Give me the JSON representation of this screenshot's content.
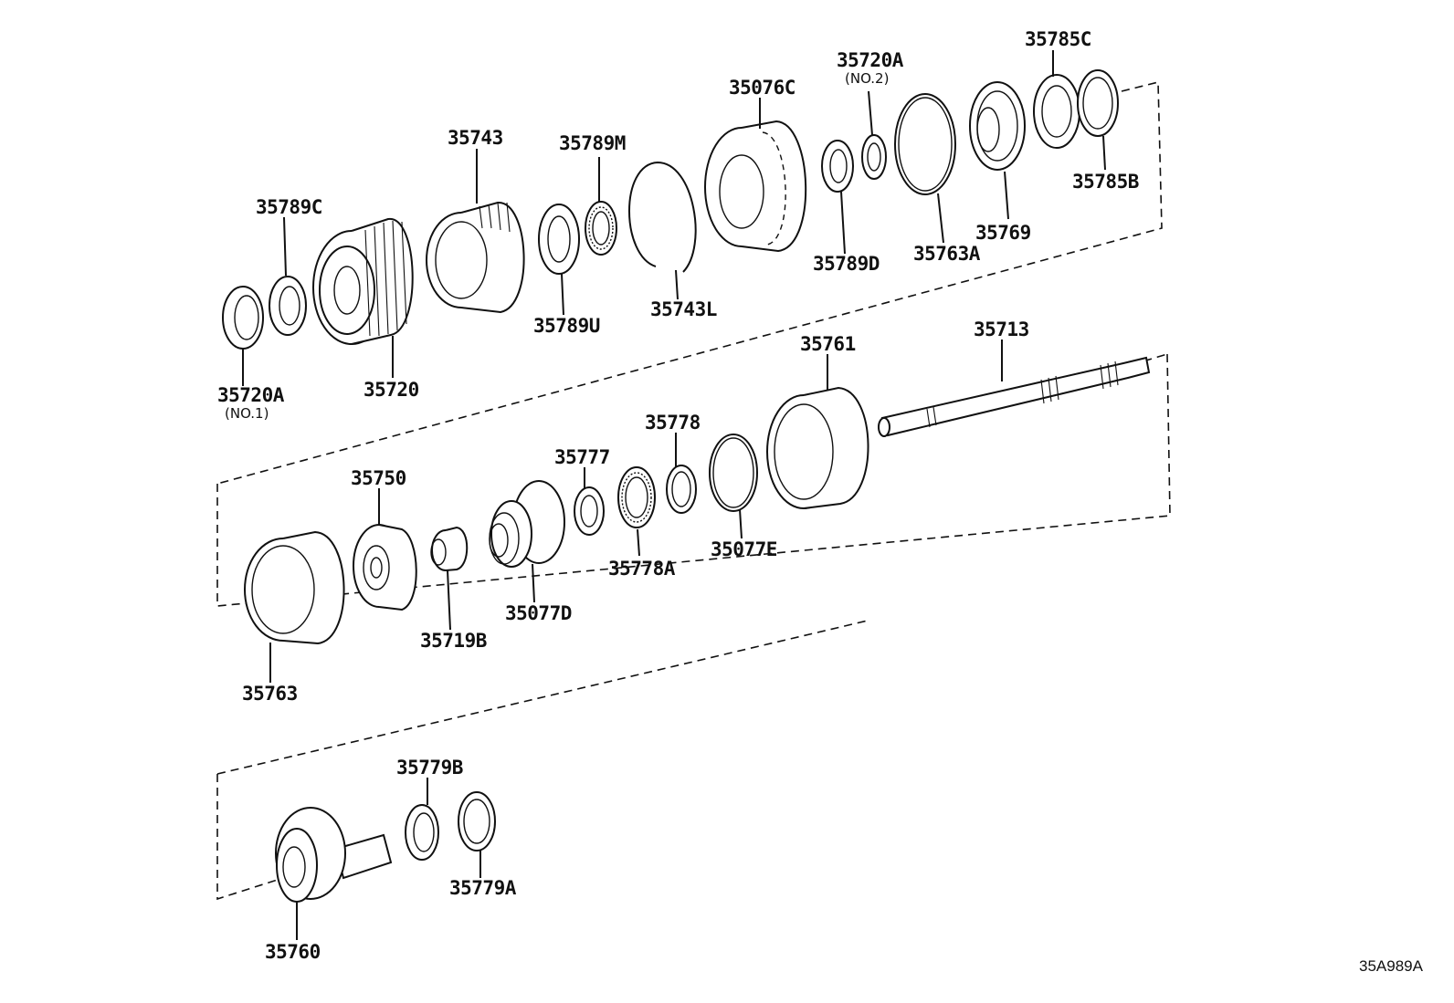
{
  "diagram_code": "35A989A",
  "parts": [
    {
      "id": "p35720A_1",
      "number": "35720A",
      "note": "(NO.1)"
    },
    {
      "id": "p35789C",
      "number": "35789C"
    },
    {
      "id": "p35720",
      "number": "35720"
    },
    {
      "id": "p35743",
      "number": "35743"
    },
    {
      "id": "p35789U",
      "number": "35789U"
    },
    {
      "id": "p35789M",
      "number": "35789M"
    },
    {
      "id": "p35743L",
      "number": "35743L"
    },
    {
      "id": "p35076C",
      "number": "35076C"
    },
    {
      "id": "p35789D",
      "number": "35789D"
    },
    {
      "id": "p35720A_2",
      "number": "35720A",
      "note": "(NO.2)"
    },
    {
      "id": "p35763A",
      "number": "35763A"
    },
    {
      "id": "p35769",
      "number": "35769"
    },
    {
      "id": "p35785C",
      "number": "35785C"
    },
    {
      "id": "p35785B",
      "number": "35785B"
    },
    {
      "id": "p35713",
      "number": "35713"
    },
    {
      "id": "p35761",
      "number": "35761"
    },
    {
      "id": "p35778",
      "number": "35778"
    },
    {
      "id": "p35077E",
      "number": "35077E"
    },
    {
      "id": "p35778A",
      "number": "35778A"
    },
    {
      "id": "p35777",
      "number": "35777"
    },
    {
      "id": "p35077D",
      "number": "35077D"
    },
    {
      "id": "p35750",
      "number": "35750"
    },
    {
      "id": "p35719B",
      "number": "35719B"
    },
    {
      "id": "p35763",
      "number": "35763"
    },
    {
      "id": "p35779B",
      "number": "35779B"
    },
    {
      "id": "p35779A",
      "number": "35779A"
    },
    {
      "id": "p35760",
      "number": "35760"
    }
  ]
}
